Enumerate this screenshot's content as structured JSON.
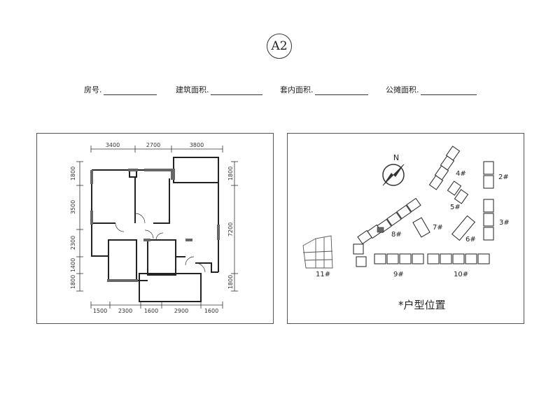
{
  "unit_badge": "A2",
  "fields": [
    {
      "label": "房号."
    },
    {
      "label": "建筑面积."
    },
    {
      "label": "套内面积."
    },
    {
      "label": "公摊面积."
    }
  ],
  "floor_plan": {
    "top_dims": [
      "3400",
      "2700",
      "3800"
    ],
    "bottom_dims": [
      "1500",
      "2300",
      "1600",
      "2900",
      "1600"
    ],
    "left_dims": [
      "1800",
      "3500",
      "2300",
      "1400",
      "1800"
    ],
    "right_dims": [
      "1800",
      "7200",
      "1800"
    ]
  },
  "site_plan": {
    "north_label": "N",
    "building_labels": [
      "2#",
      "3#",
      "4#",
      "5#",
      "6#",
      "7#",
      "8#",
      "9#",
      "10#",
      "11#"
    ],
    "caption": "*户型位置"
  }
}
